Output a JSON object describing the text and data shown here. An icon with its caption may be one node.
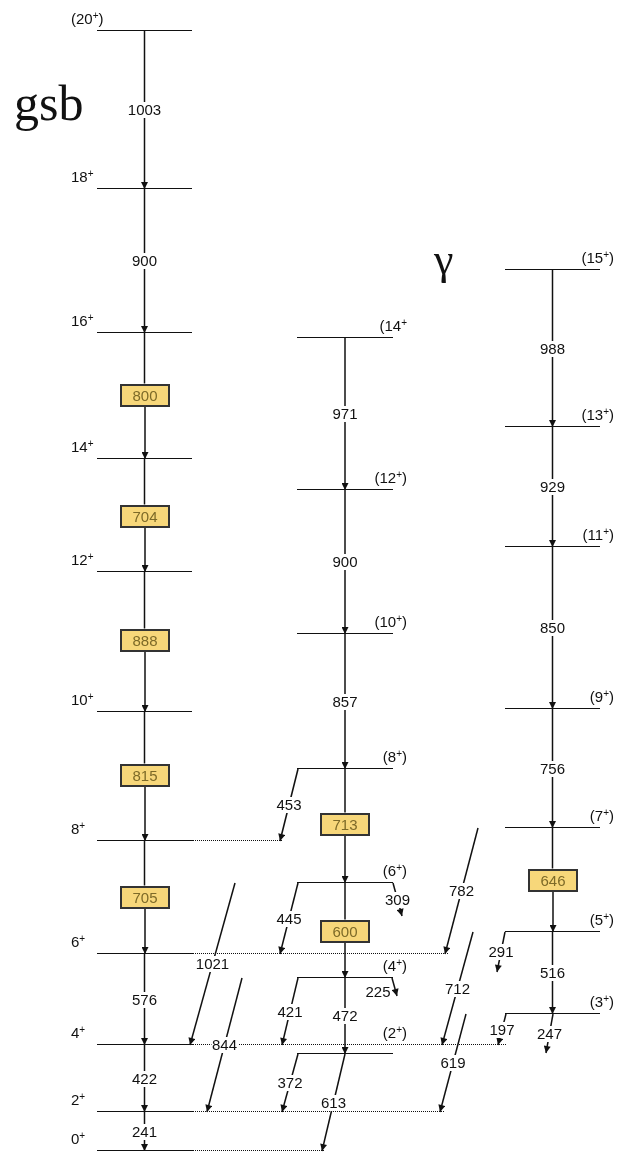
{
  "diagram": {
    "nodes": [
      {
        "text": [
          "(20$^{+}$)"
        ]
      },
      {
        "text": [
          "18$^{+}$"
        ]
      },
      {
        "text": [
          "16$^{+}$"
        ]
      },
      {
        "text": [
          "800"
        ]
      },
      {
        "text": [
          "14$^{+}$"
        ]
      },
      {
        "text": [
          "704"
        ]
      },
      {
        "text": [
          "12$^{+}$"
        ]
      },
      {
        "text": [
          "888"
        ]
      },
      {
        "text": [
          "10$^{+}$"
        ]
      },
      {
        "text": [
          "815"
        ]
      },
      {
        "text": [
          "8$^{+}$"
        ]
      },
      {
        "text": [
          "705"
        ]
      },
      {
        "text": [
          "6$^{+}$"
        ]
      },
      {
        "text": [
          "4$^{+}$"
        ]
      },
      {
        "text": [
          "2$^{+}$"
        ]
      },
      {
        "text": [
          "0$^{+}$"
        ]
      },
      {
        "text": [
          "(14$^{+}$"
        ]
      },
      {
        "text": [
          "(12$^{+}$)"
        ]
      },
      {
        "text": [
          "(10$^{+}$)"
        ]
      },
      {
        "text": [
          "(8$^{+}$)"
        ]
      },
      {
        "text": [
          "713"
        ]
      },
      {
        "text": [
          "(6$^{+}$)"
        ]
      },
      {
        "text": [
          "600"
        ]
      },
      {
        "text": [
          "(4$^{+}$)"
        ]
      },
      {
        "text": [
          "(2$^{+}$)"
        ]
      },
      {
        "text": [
          "(15$^{+}$)"
        ]
      },
      {
        "text": [
          "(13$^{+}$)"
        ]
      },
      {
        "text": [
          "(11$^{+}$)"
        ]
      },
      {
        "text": [
          "(9$^{+}$)"
        ]
      },
      {
        "text": [
          "(7$^{+}$)"
        ]
      },
      {
        "text": [
          "646"
        ]
      },
      {
        "text": [
          "(5$^{+}$)"
        ]
      },
      {
        "text": [
          "(3$^{+}$)"
        ]
      }
    ],
    "edges": [
      {
        "from": 0,
        "to": 1,
        "arrow": "to",
        "label": "1003"
      },
      {
        "from": 1,
        "to": 2,
        "arrow": "to",
        "label": "900"
      },
      {
        "from": 2,
        "to": 3,
        "arrow": "none"
      },
      {
        "from": 3,
        "to": 4,
        "arrow": "to"
      },
      {
        "from": 4,
        "to": 5,
        "arrow": "none"
      },
      {
        "from": 5,
        "to": 6,
        "arrow": "to"
      },
      {
        "from": 6,
        "to": 7,
        "arrow": "none"
      },
      {
        "from": 7,
        "to": 8,
        "arrow": "to"
      },
      {
        "from": 8,
        "to": 9,
        "arrow": "none"
      },
      {
        "from": 9,
        "to": 10,
        "arrow": "to"
      },
      {
        "from": 10,
        "to": 11,
        "arrow": "none"
      },
      {
        "from": 11,
        "to": 12,
        "arrow": "to"
      },
      {
        "from": 12,
        "to": 13,
        "arrow": "to",
        "label": "576"
      },
      {
        "from": 13,
        "to": 14,
        "arrow": "to",
        "label": "422"
      },
      {
        "from": 14,
        "to": 15,
        "arrow": "to",
        "label": "241"
      },
      {
        "from": null,
        "to": 13,
        "arrow": "to",
        "label": "1021"
      },
      {
        "from": null,
        "to": 14,
        "arrow": "to",
        "label": "844"
      },
      {
        "from": 16,
        "to": 17,
        "arrow": "to",
        "label": "971"
      },
      {
        "from": 17,
        "to": 18,
        "arrow": "to",
        "label": "900"
      },
      {
        "from": 18,
        "to": 19,
        "arrow": "to",
        "label": "857"
      },
      {
        "from": 19,
        "to": 20,
        "arrow": "none"
      },
      {
        "from": 20,
        "to": 21,
        "arrow": "to"
      },
      {
        "from": 21,
        "to": 22,
        "arrow": "none"
      },
      {
        "from": 22,
        "to": 23,
        "arrow": "to"
      },
      {
        "from": 23,
        "to": 24,
        "arrow": "to",
        "label": "472"
      },
      {
        "from": 24,
        "to": 15,
        "arrow": "to",
        "label": "613"
      },
      {
        "from": 19,
        "to": 10,
        "arrow": "to",
        "label": "453"
      },
      {
        "from": 21,
        "to": 12,
        "arrow": "to",
        "label": "445"
      },
      {
        "from": 21,
        "to": null,
        "arrow": "to",
        "label": "309"
      },
      {
        "from": 23,
        "to": 13,
        "arrow": "to",
        "label": "421"
      },
      {
        "from": 23,
        "to": null,
        "arrow": "to",
        "label": "225"
      },
      {
        "from": 24,
        "to": 14,
        "arrow": "to",
        "label": "372"
      },
      {
        "from": null,
        "to": 12,
        "arrow": "to",
        "label": "782"
      },
      {
        "from": null,
        "to": 13,
        "arrow": "to",
        "label": "712"
      },
      {
        "from": null,
        "to": 14,
        "arrow": "to",
        "label": "619"
      },
      {
        "from": 25,
        "to": 26,
        "arrow": "to",
        "label": "988"
      },
      {
        "from": 26,
        "to": 27,
        "arrow": "to",
        "label": "929"
      },
      {
        "from": 27,
        "to": 28,
        "arrow": "to",
        "label": "850"
      },
      {
        "from": 28,
        "to": 29,
        "arrow": "to",
        "label": "756"
      },
      {
        "from": 29,
        "to": 30,
        "arrow": "none"
      },
      {
        "from": 30,
        "to": 31,
        "arrow": "to"
      },
      {
        "from": 31,
        "to": 32,
        "arrow": "to",
        "label": "516"
      },
      {
        "from": 31,
        "to": null,
        "arrow": "to",
        "label": "291"
      },
      {
        "from": 32,
        "to": 13,
        "arrow": "to",
        "label": "197"
      },
      {
        "from": 32,
        "to": null,
        "arrow": "to",
        "label": "247"
      }
    ],
    "labels": [
      "gsb",
      "γ"
    ]
  }
}
